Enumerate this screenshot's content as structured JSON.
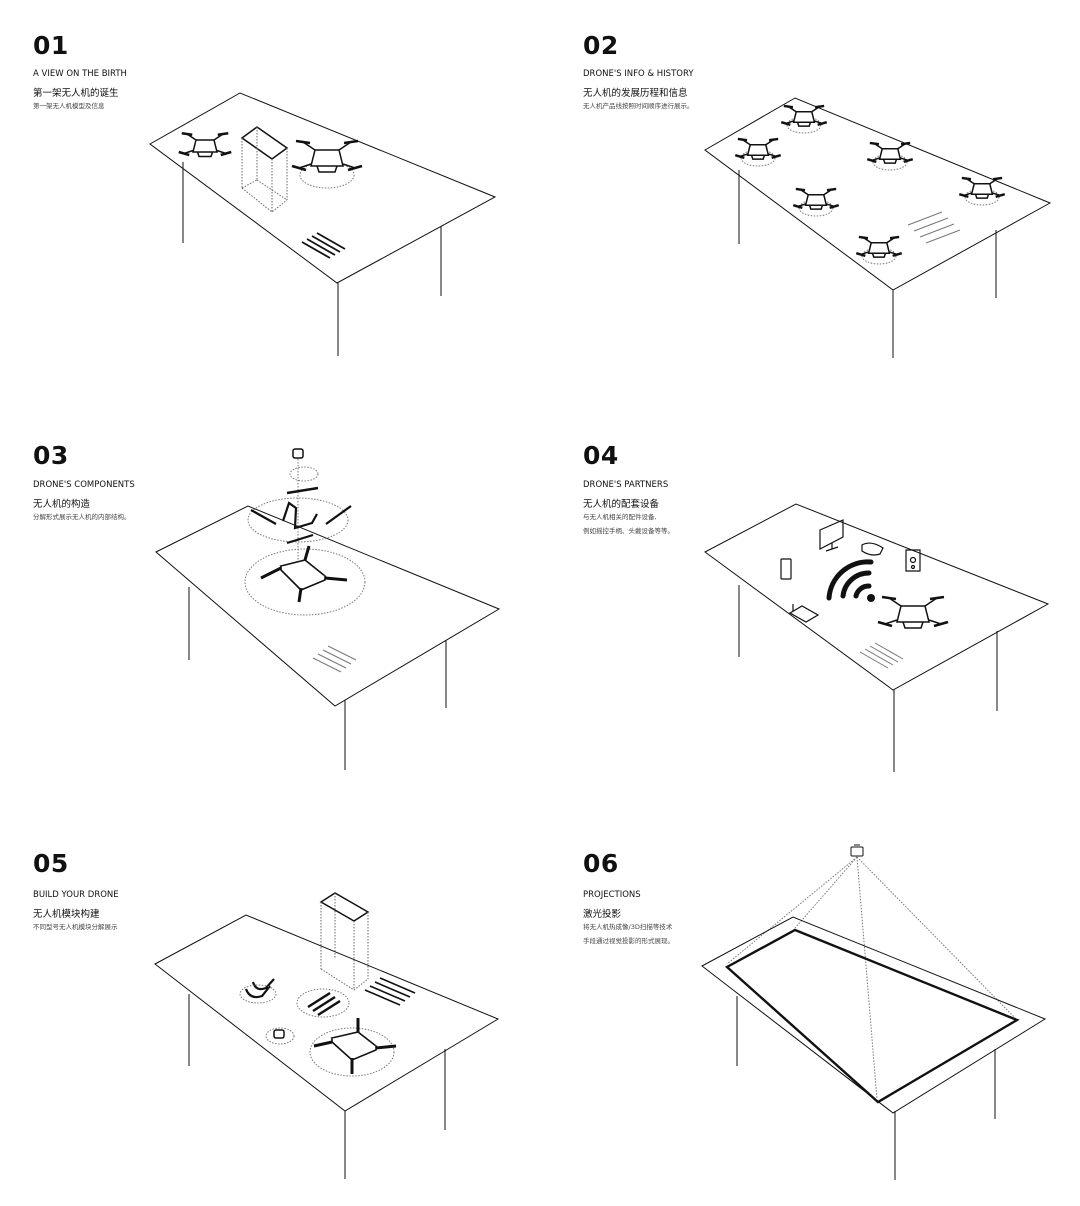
{
  "panels": [
    {
      "number": "01",
      "title_en": "A VIEW ON THE BIRTH",
      "title_zh": "第一架无人机的诞生",
      "desc": [
        "第一架无人机模型及信息"
      ]
    },
    {
      "number": "02",
      "title_en": "DRONE'S INFO & HISTORY",
      "title_zh": "无人机的发展历程和信息",
      "desc": [
        "无人机产品线按照时间顺序进行展示。"
      ]
    },
    {
      "number": "03",
      "title_en": "DRONE'S COMPONENTS",
      "title_zh": "无人机的构造",
      "desc": [
        "分解形式展示无人机的内部结构。"
      ]
    },
    {
      "number": "04",
      "title_en": "DRONE'S PARTNERS",
      "title_zh": "无人机的配套设备",
      "desc": [
        "与无人机相关的配件设备,",
        "例如摇控手柄、头戴设备等等。"
      ]
    },
    {
      "number": "05",
      "title_en": "BUILD YOUR DRONE",
      "title_zh": "无人机模块构建",
      "desc": [
        "不同型号无人机模块分解展示"
      ]
    },
    {
      "number": "06",
      "title_en": "PROJECTIONS",
      "title_zh": "激光投影",
      "desc": [
        "将无人机热成像/3D扫描等技术",
        "手段通过视觉投影的形式展现。"
      ]
    }
  ],
  "colors": {
    "ink": "#111111",
    "background": "#ffffff",
    "dotted": "#777777"
  }
}
